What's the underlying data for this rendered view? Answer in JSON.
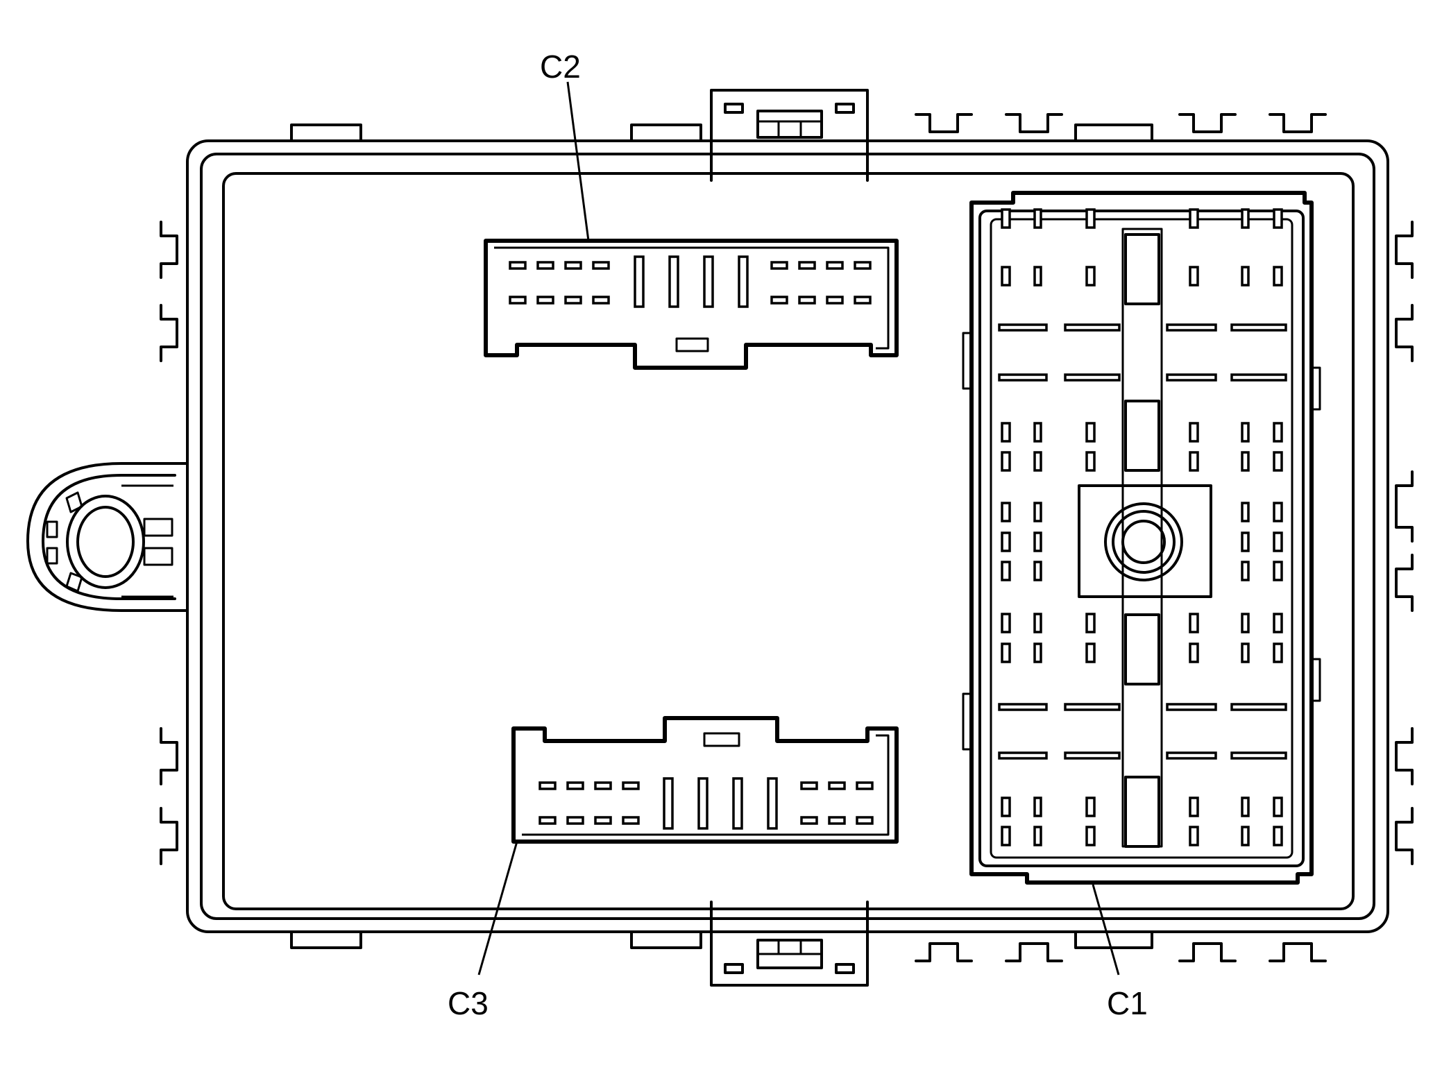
{
  "labels": {
    "c1": "C1",
    "c2": "C2",
    "c3": "C3"
  }
}
